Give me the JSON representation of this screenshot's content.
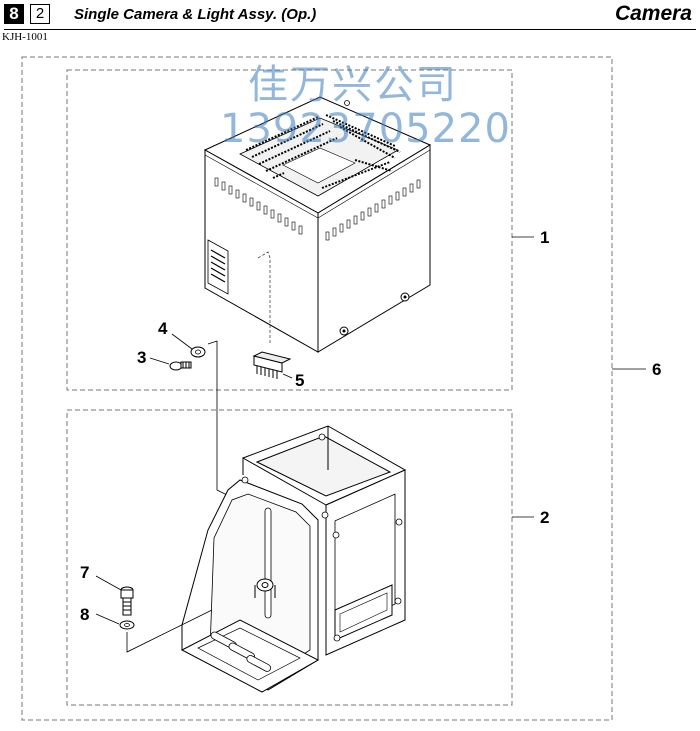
{
  "header": {
    "page_number": "8",
    "section_number": "2",
    "title": "Single Camera & Light Assy. (Op.)",
    "category": "Camera",
    "model_code": "KJH-1001"
  },
  "watermark": {
    "company": "佳万兴公司",
    "phone": "13923705220"
  },
  "callouts": [
    "1",
    "2",
    "3",
    "4",
    "5",
    "6",
    "7",
    "8"
  ]
}
